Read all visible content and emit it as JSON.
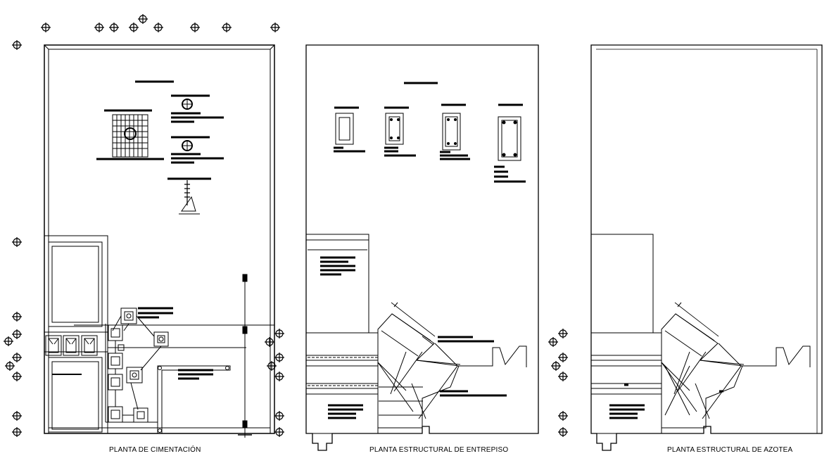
{
  "plans": {
    "foundation": {
      "caption": "PLANTA DE CIMENTACIÓN"
    },
    "mezzanine": {
      "caption": "PLANTA ESTRUCTURAL DE ENTREPISO"
    },
    "roof": {
      "caption": "PLANTA ESTRUCTURAL DE AZOTEA"
    }
  },
  "colors": {
    "line": "#000000",
    "background": "#ffffff"
  }
}
